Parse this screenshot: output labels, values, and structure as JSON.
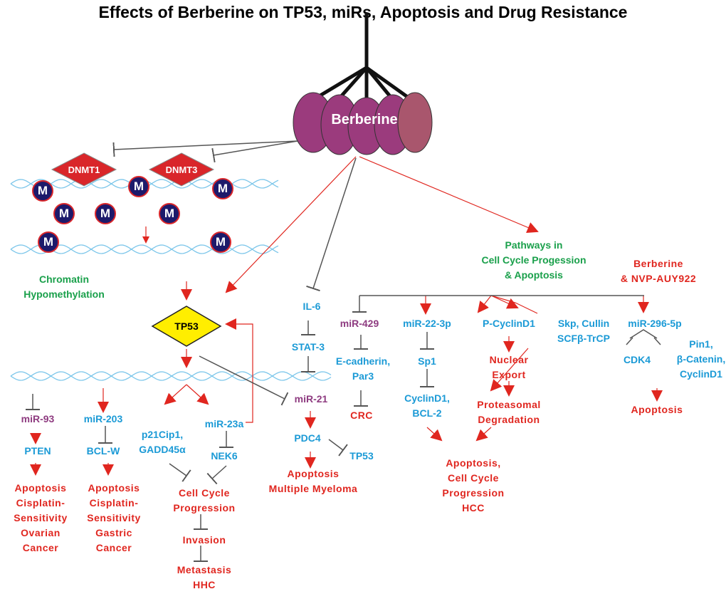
{
  "title": "Effects of Berberine on  TP53, miRs, Apoptosis and  Drug Resistance",
  "colors": {
    "activation": "#e0261f",
    "inhibition": "#555555",
    "gene": "#1b9ad6",
    "mirna": "#8e3b80",
    "process": "#1aa04b",
    "berberine": "#9b3b7d",
    "tp53": "#ffee00",
    "dnmt": "#d9262a",
    "dna": "#7cc6ea"
  },
  "berberine": "Berberine",
  "dnmt1": "DNMT1",
  "dnmt3": "DNMT3",
  "methyl": "M",
  "chromatin": [
    "Chromatin",
    "Hypomethylation"
  ],
  "tp53": "TP53",
  "pathways": [
    "Pathways in",
    "Cell Cycle Progession",
    "& Apoptosis"
  ],
  "combo": [
    "Berberine",
    "& NVP-AUY922"
  ],
  "il6": "IL-6",
  "stat3": "STAT-3",
  "mir21": "miR-21",
  "pdc4": "PDC4",
  "tp53b": "TP53",
  "mm": [
    "Apoptosis",
    "Multiple Myeloma"
  ],
  "mir429": "miR-429",
  "ecad": [
    "E-cadherin,",
    "Par3"
  ],
  "crc": "CRC",
  "mir22": "miR-22-3p",
  "sp1": "Sp1",
  "cyc": [
    "CyclinD1,",
    "BCL-2"
  ],
  "pcyc": "P-CyclinD1",
  "nuc": [
    "Nuclear",
    "Export"
  ],
  "prot": [
    "Proteasomal",
    "Degradation"
  ],
  "skp": [
    "Skp, Cullin",
    "SCFβ-TrCP"
  ],
  "mir296": "miR-296-5p",
  "cdk4": "CDK4",
  "pin1": [
    "Pin1,",
    "β-Catenin,",
    "CyclinD1"
  ],
  "apop": "Apoptosis",
  "hcc": [
    "Apoptosis,",
    "Cell Cycle",
    "Progression",
    "HCC"
  ],
  "mir93": "miR-93",
  "pten": "PTEN",
  "ovarian": [
    "Apoptosis",
    "Cisplatin-",
    "Sensitivity",
    "Ovarian",
    "Cancer"
  ],
  "mir203": "miR-203",
  "bclw": "BCL-W",
  "gastric": [
    "Apoptosis",
    "Cisplatin-",
    "Sensitivity",
    "Gastric",
    "Cancer"
  ],
  "p21": [
    "p21Cip1,",
    "GADD45α"
  ],
  "mir23a": "miR-23a",
  "nek6": "NEK6",
  "ccp": [
    "Cell Cycle",
    "Progression"
  ],
  "invasion": "Invasion",
  "meta": [
    "Metastasis",
    "HHC"
  ]
}
